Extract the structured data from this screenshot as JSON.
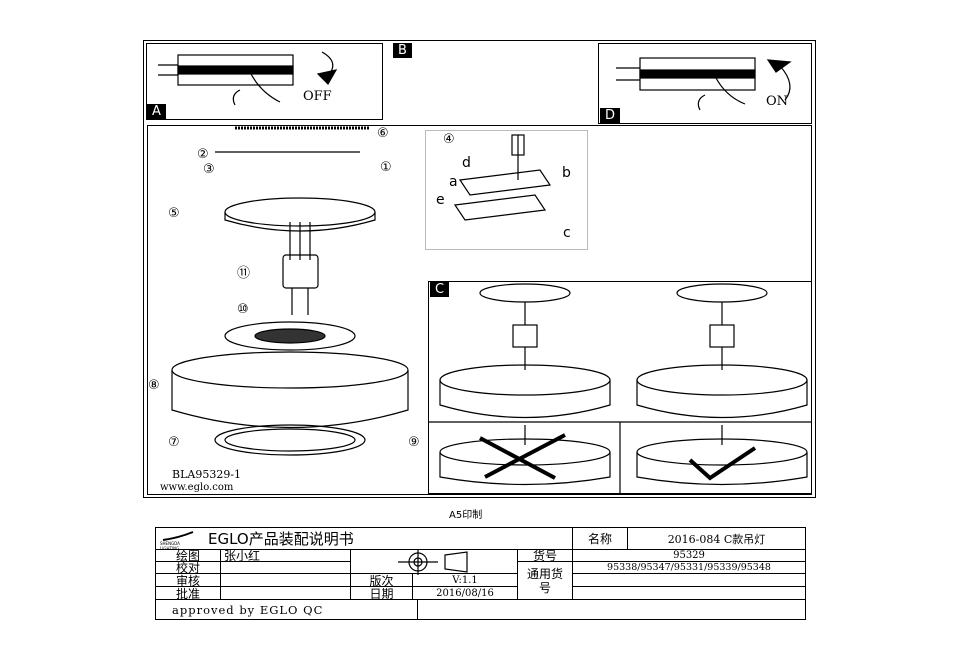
{
  "panels": {
    "a": "A",
    "b": "B",
    "c": "C",
    "d": "D"
  },
  "switch_off": "OFF",
  "switch_on": "ON",
  "steps": [
    "①",
    "②",
    "③",
    "④",
    "⑤",
    "⑥",
    "⑦",
    "⑧",
    "⑨",
    "⑩",
    "⑪"
  ],
  "letters": [
    "a",
    "b",
    "c",
    "d",
    "e"
  ],
  "model_code": "BLA95329-1",
  "website": "www.eglo.com",
  "print_size": "A5印制",
  "title_block": {
    "logo_text": "SHENGDA LIGHTING",
    "title": "EGLO产品装配说明书",
    "name_label": "名称",
    "name_value": "2016-084 C款吊灯",
    "drawn_label": "绘图",
    "drawn_value": "张小红",
    "check_label": "校对",
    "review_label": "审核",
    "approve_label": "批准",
    "item_no_label": "货号",
    "item_no_value": "95329",
    "common_label": "通用货号",
    "common_value": "95338/95347/95331/95339/95348",
    "version_label": "版次",
    "version_value": "V:1.1",
    "date_label": "日期",
    "date_value": "2016/08/16",
    "approved": "approved by EGLO QC"
  }
}
